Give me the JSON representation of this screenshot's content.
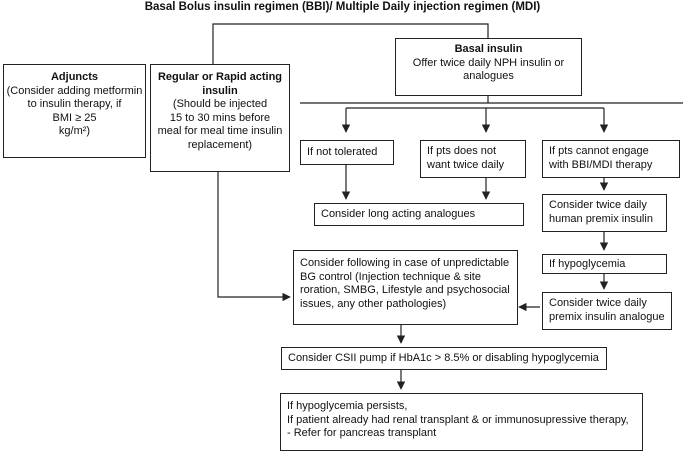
{
  "title": "Basal Bolus insulin regimen (BBI)/ Multiple Daily injection regimen (MDI)",
  "boxes": {
    "adjuncts": {
      "heading": "Adjuncts",
      "lines": [
        "(Consider adding metformin",
        "to insulin therapy, if",
        "BMI ≥ 25",
        "kg/m²)"
      ]
    },
    "rapid": {
      "heading_lines": [
        "Regular or Rapid acting",
        "insulin"
      ],
      "lines": [
        "(Should be injected",
        "15 to 30 mins before",
        "meal for meal time insulin",
        "replacement)"
      ]
    },
    "basal": {
      "heading": "Basal insulin",
      "lines": [
        "Offer twice daily NPH insulin or",
        "analogues"
      ]
    },
    "not_tolerated": {
      "lines": [
        "If not tolerated"
      ]
    },
    "not_want": {
      "lines": [
        "If pts does not",
        "want twice daily"
      ]
    },
    "cannot_engage": {
      "lines": [
        "If pts cannot engage",
        "with  BBI/MDI therapy"
      ]
    },
    "long_acting": {
      "lines": [
        "Consider long acting analogues"
      ]
    },
    "human_premix": {
      "lines": [
        "Consider twice daily",
        "human premix insulin"
      ]
    },
    "hypoglycemia": {
      "lines": [
        "If hypoglycemia"
      ]
    },
    "premix_analogue": {
      "lines": [
        "Consider twice daily",
        "premix insulin analogue"
      ]
    },
    "unpredictable": {
      "lines": [
        "Consider following in case of unpredictable",
        "BG control (Injection technique & site",
        "roration, SMBG,  Lifestyle and psychosocial",
        "issues, any other pathologies)"
      ]
    },
    "csii": {
      "lines": [
        "Consider CSII pump if HbA1c > 8.5% or disabling hypoglycemia"
      ]
    },
    "persists": {
      "lines": [
        "If hypoglycemia persists,",
        "If patient already had renal transplant & or immunosupressive therapy,",
        "- Refer for pancreas transplant"
      ]
    }
  }
}
